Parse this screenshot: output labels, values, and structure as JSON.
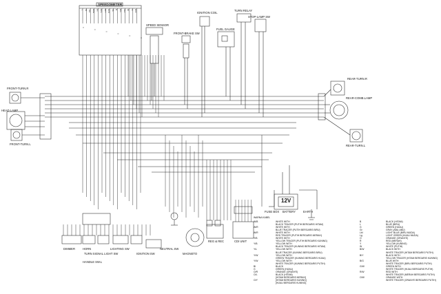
{
  "components": {
    "speedometer": "SPEEDOMETER",
    "speed_sensor": "SPEED SENSOR",
    "front_brake_sw": "FRONT-BRAKE SW",
    "ignition_coil": "IGNITION COIL",
    "fuel_gauge": "FUEL GAUGE",
    "turn_relay": "TURN RELAY",
    "stop_lamp_sw": "STOP-LAMP SW",
    "front_turn_r": "FRONT-TURN.R",
    "head_lamp": "HEAD LAMP",
    "front_turn_l": "FRONT-TURN.L",
    "rear_turn_r": "REAR-TURN.R",
    "rear_combi_lamp": "REAR-COMB.LAMP",
    "rear_turn_l": "REAR-TURN.L",
    "fuse_box": "FUSE BOX",
    "battery": "BATTERY",
    "earth": "EARTH",
    "battery_voltage": "12V",
    "dimmer": "DIMMER",
    "horn": "HORN",
    "turn_signal_light_sw": "TURN SIGNAL LIGHT SW",
    "lighting_sw": "LIGHTING SW",
    "ignition_sw": "IGNITION SW",
    "neutral_sw": "NEUTRAL SW",
    "handle_sw_l": "HANDLE SW.L",
    "magneto": "MAGNETO",
    "reg_rec": "REG & REC",
    "cdi_unit": "CDI UNIT"
  },
  "speedometer_pins": [
    "L",
    "Nt",
    "OIL",
    "B/W",
    "Lg",
    "Y/W",
    "L/W",
    "O/W",
    "Sb",
    "B",
    "Y/B",
    "Y/G",
    "W",
    "G",
    "O/R"
  ],
  "legend": {
    "header_code": "WARNA KABEL",
    "header_desc": "",
    "left": [
      {
        "code": "W/B",
        "desc": "WHITE WITH"
      },
      {
        "code": "",
        "desc": "BLACK TRACER (PUTIH BERGARIS HITAM)"
      },
      {
        "code": "W/R",
        "desc": "WHITE WITH"
      },
      {
        "code": "",
        "desc": "BLUE TRACER (PUTIH BERGARIS BIRU)"
      },
      {
        "code": "W/R",
        "desc": "WHITE WITH"
      },
      {
        "code": "",
        "desc": "RED TRACER (PUTIH BERGARIS MERAH)"
      },
      {
        "code": "Y/B",
        "desc": "WHITE WITH"
      },
      {
        "code": "",
        "desc": "YELLOW TRACER (PUTIH BERGARIS KUNING)"
      },
      {
        "code": "Y/B",
        "desc": "YELLOW WITH"
      },
      {
        "code": "",
        "desc": "BLACK TRACER (KUNING BERGARIS HITAM)"
      },
      {
        "code": "Y/L",
        "desc": "YELLOW WITH"
      },
      {
        "code": "",
        "desc": "BLUE TRACER (KUNING BERGARIS BIRU)"
      },
      {
        "code": "Y/W",
        "desc": "YELLOW WITH"
      },
      {
        "code": "",
        "desc": "GREEN TRACER (KUNING BERGARIS HIJAU)"
      },
      {
        "code": "Y/W",
        "desc": "YELLOW WITH"
      },
      {
        "code": "",
        "desc": "WHITE TRACER (KUNING BERGARIS PUTIH)"
      },
      {
        "code": "Bl",
        "desc": "BLACK"
      },
      {
        "code": "G",
        "desc": "GREEN (HIJAU)"
      },
      {
        "code": "O/R",
        "desc": "ORANGE (ORANYE)"
      },
      {
        "code": "O/L",
        "desc": "BLACK (HITAM)"
      },
      {
        "code": "",
        "desc": "[HITAM BERGARIS MERAH]"
      },
      {
        "code": "O/Y",
        "desc": "[HITAM BERGARIS KUNING]"
      },
      {
        "code": "",
        "desc": "[HIJAU BERGARIS KUNING]"
      }
    ],
    "right": [
      {
        "code": "B",
        "desc": "BLACK (HITAM)"
      },
      {
        "code": "L",
        "desc": "BLUE (BIRU)"
      },
      {
        "code": "G",
        "desc": "GREEN (HIJAU)"
      },
      {
        "code": "Gr",
        "desc": "GRAY (ABU-ABU)"
      },
      {
        "code": "Lbl",
        "desc": "LIGHT BLUE (BIRU MUDA)"
      },
      {
        "code": "Lg",
        "desc": "LIGHT GREEN (HIJAU MUDA)"
      },
      {
        "code": "O",
        "desc": "ORANGE (ORANYE)"
      },
      {
        "code": "R",
        "desc": "RED (MERAH)"
      },
      {
        "code": "Y",
        "desc": "YELLOW (KUNING)"
      },
      {
        "code": "W",
        "desc": "WHITE (PUTIH)"
      },
      {
        "code": "B/W",
        "desc": "BLACK WITH"
      },
      {
        "code": "",
        "desc": "WHITE TRACER (HITAM BERGARIS PUTIH)"
      },
      {
        "code": "B/Y",
        "desc": "BLACK WITH"
      },
      {
        "code": "",
        "desc": "YELLOW TRACER (HITAM BERGARIS KUNING)"
      },
      {
        "code": "B/G",
        "desc": "BLUE WITH"
      },
      {
        "code": "",
        "desc": "WHITE TRACER (BIRU BERGARIS PUTIH)"
      },
      {
        "code": "G/W",
        "desc": "GREEN WITH"
      },
      {
        "code": "",
        "desc": "WHITE TRACER (HIJAU BERGARIS PUTIH)"
      },
      {
        "code": "R/W",
        "desc": "RED WITH"
      },
      {
        "code": "",
        "desc": "WHITE TRACER (MERAH BERGARIS PUTIH)"
      },
      {
        "code": "O/W",
        "desc": "ORANGE WITH"
      },
      {
        "code": "",
        "desc": "WHITE TRACER (ORANYE BERGARIS PUTIH)"
      }
    ]
  },
  "colors": {
    "ink": "#111111",
    "paper": "#ffffff"
  }
}
